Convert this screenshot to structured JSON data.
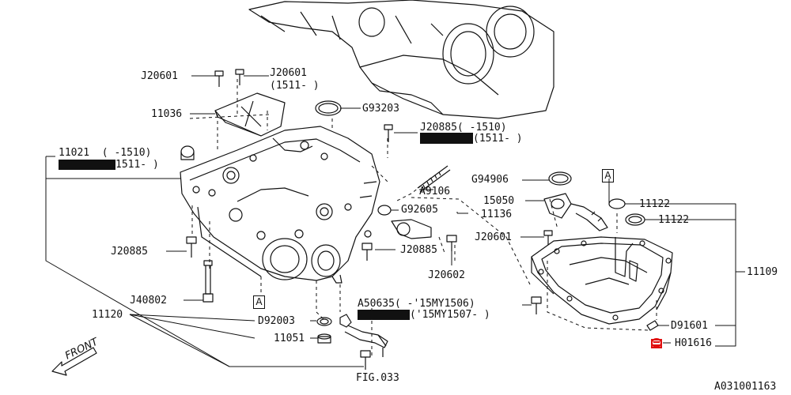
{
  "labels": {
    "j20601_left": "J20601",
    "j20601_right": "J20601",
    "j20601_right_range": "(1511- )",
    "p11036": "11036",
    "g93203": "G93203",
    "j20885_top": "J20885( -1510)",
    "j20885_top_range2": "(1511- )",
    "p11021": "11021  ( -1510)",
    "p11021_range2": "1511- )",
    "a9106": "A9106",
    "g94906": "G94906",
    "p15050": "15050",
    "p11122_a": "11122",
    "p11122_b": "11122",
    "g92605": "G92605",
    "p11136": "11136",
    "j20601_mid": "J20601",
    "j20885_left": "J20885",
    "j20885_mid": "J20885",
    "j20602": "J20602",
    "p11109": "11109",
    "j40802": "J40802",
    "a50635": "A50635( -'15MY1506)",
    "a50635_range2": "('15MY1507- )",
    "p11120": "11120",
    "d92003": "D92003",
    "d91601": "D91601",
    "p11051": "11051",
    "h01616": "H01616",
    "fig033": "FIG.033",
    "diagram_code": "A031001163",
    "front": "FRONT",
    "ref_a": "A"
  },
  "colors": {
    "line": "#111111",
    "highlight": "#e01010"
  }
}
